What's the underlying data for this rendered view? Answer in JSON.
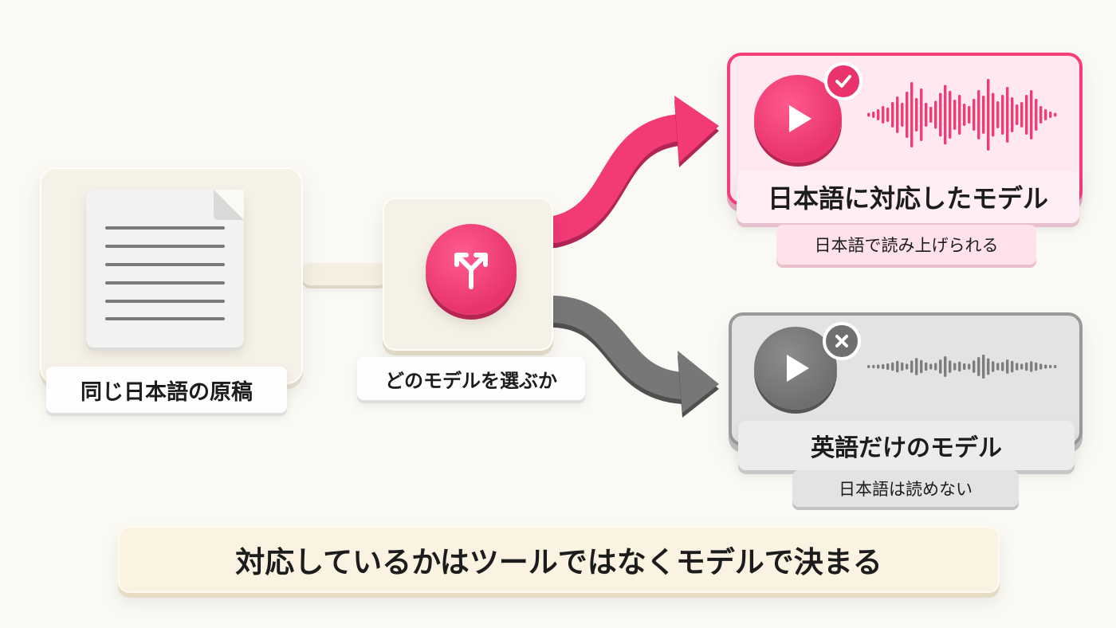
{
  "source": {
    "label": "同じ日本語の原稿"
  },
  "choice": {
    "label": "どのモデルを選ぶか"
  },
  "jp_model": {
    "title": "日本語に対応したモデル",
    "subtitle": "日本語で読み上げられる"
  },
  "en_model": {
    "title": "英語だけのモデル",
    "subtitle": "日本語は読めない"
  },
  "banner": {
    "text": "対応しているかはツールではなくモデルで決まる"
  },
  "colors": {
    "accent": "#e8336d",
    "muted": "#7a7a7a",
    "background": "#fbf9f4"
  },
  "icons": {
    "document": "document-icon",
    "branch": "branch-split-icon",
    "play": "play-icon",
    "check": "check-icon",
    "cross": "x-icon",
    "wave": "soundwave-icon"
  }
}
